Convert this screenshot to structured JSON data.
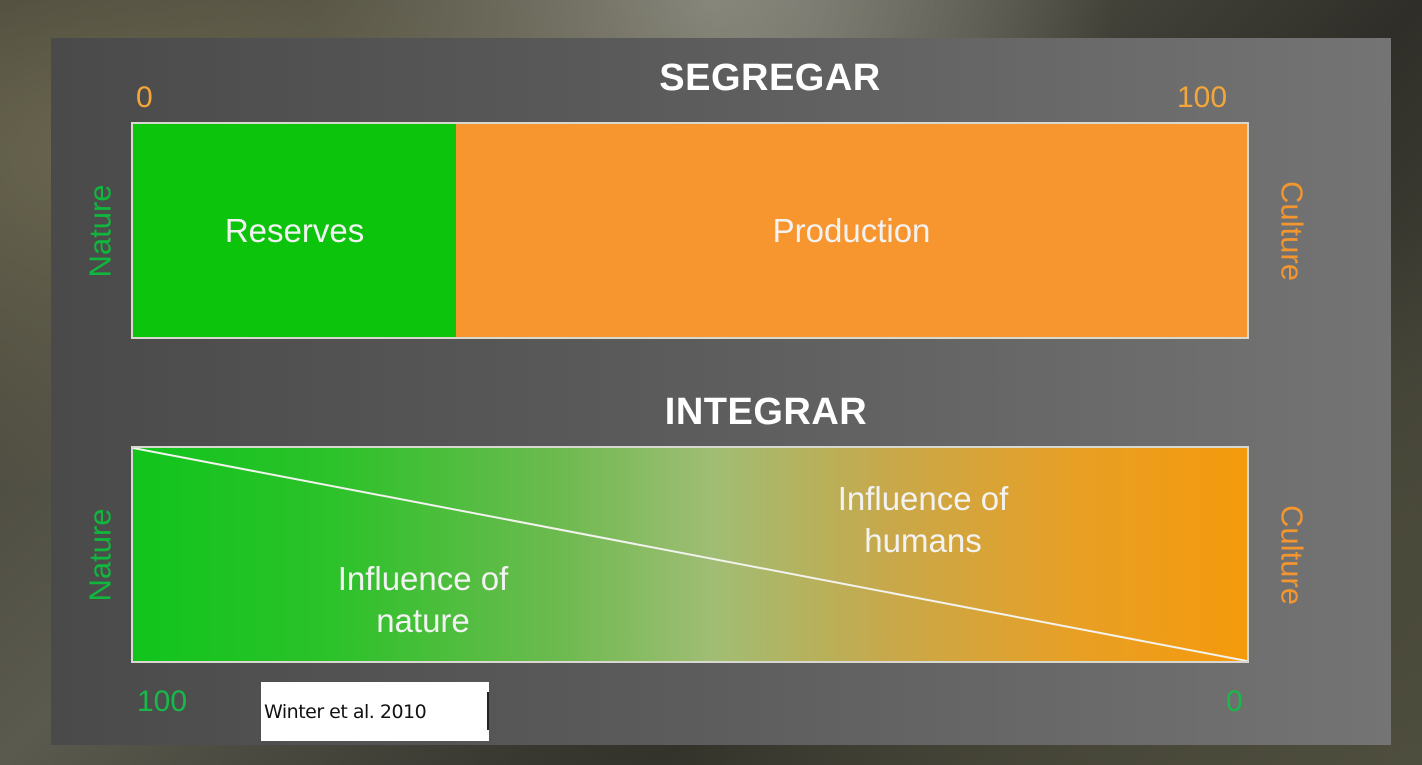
{
  "segregar": {
    "title": "SEGREGAR",
    "scale_left": "0",
    "scale_right": "100",
    "side_left": "Nature",
    "side_right": "Culture",
    "reserves_fraction": 0.29,
    "reserves_label": "Reserves",
    "production_label": "Production",
    "colors": {
      "reserves": "#0cc40c",
      "production": "#f7962f"
    }
  },
  "integrar": {
    "title": "INTEGRAR",
    "scale_left": "100",
    "scale_right": "0",
    "side_left": "Nature",
    "side_right": "Culture",
    "nature_label_line1": "Influence of",
    "nature_label_line2": "nature",
    "humans_label_line1": "Influence of",
    "humans_label_line2": "humans"
  },
  "citation": "Winter et al. 2010"
}
